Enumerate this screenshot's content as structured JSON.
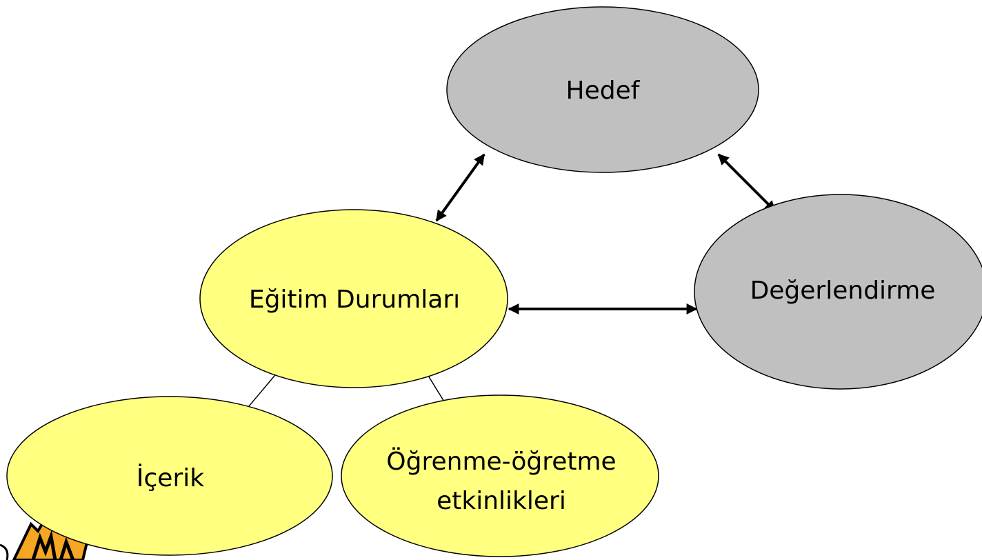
{
  "colors": {
    "gray_fill": "#c0c0c0",
    "yellow_fill": "#ffff80",
    "orange_accent": "#f5a623",
    "stroke": "#000000"
  },
  "nodes": {
    "hedef": {
      "label": "Hedef"
    },
    "egitim_durumlari": {
      "label": "Eğitim Durumları"
    },
    "degerlendirme": {
      "label": "Değerlendirme"
    },
    "icerik": {
      "label": "İçerik"
    },
    "ogrenme_ogretme": {
      "line1": "Öğrenme-öğretme",
      "line2": "etkinlikleri"
    }
  },
  "connections": [
    {
      "from": "Hedef",
      "to": "Eğitim Durumları",
      "type": "bidirectional"
    },
    {
      "from": "Hedef",
      "to": "Değerlendirme",
      "type": "bidirectional"
    },
    {
      "from": "Eğitim Durumları",
      "to": "Değerlendirme",
      "type": "bidirectional"
    },
    {
      "from": "Eğitim Durumları",
      "to": "İçerik",
      "type": "directed"
    },
    {
      "from": "Eğitim Durumları",
      "to": "Öğrenme-öğretme etkinlikleri",
      "type": "directed"
    }
  ]
}
